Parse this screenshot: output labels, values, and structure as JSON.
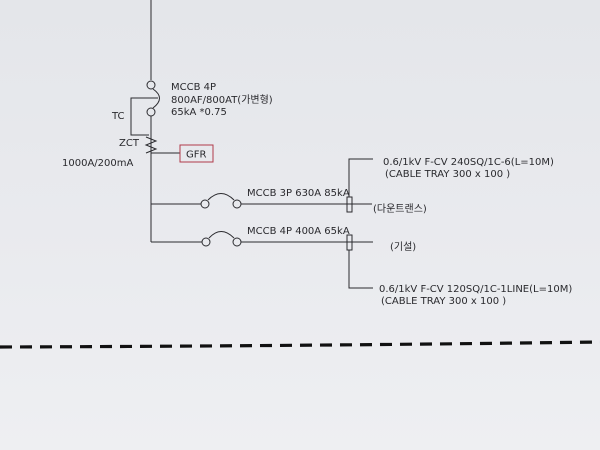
{
  "main_breaker": {
    "line1": "MCCB 4P",
    "line2": "800AF/800AT(가변형)",
    "line3": "65kA *0.75"
  },
  "tc_label": "TC",
  "zct_label": "ZCT",
  "zct_rating": "1000A/200mA",
  "gfr_label": "GFR",
  "colors": {
    "gfr_box": "#b03a4a",
    "wire": "#2b2b2f"
  },
  "branches": [
    {
      "breaker": "MCCB 3P 630A 85kA",
      "load": "(다운트랜스)",
      "cable": "0.6/1kV F-CV 240SQ/1C-6(L=10M)",
      "tray": "(CABLE TRAY 300 x 100 )"
    },
    {
      "breaker": "MCCB 4P 400A 65kA",
      "load": "(기설)",
      "cable": "0.6/1kV F-CV 120SQ/1C-1LINE(L=10M)",
      "tray": "(CABLE TRAY 300 x 100 )"
    }
  ]
}
